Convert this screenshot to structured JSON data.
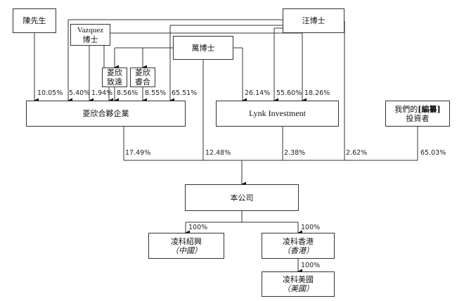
{
  "entities": {
    "chen": "陳先生",
    "vazquez_l1": "Vazquez",
    "vazquez_l2": "博士",
    "wang": "汪博士",
    "wan": "萬博士",
    "lingxin_zhiyuan_l1": "菱欣",
    "lingxin_zhiyuan_l2": "致遠",
    "lingxin_ruihe_l1": "菱欣",
    "lingxin_ruihe_l2": "睿合",
    "lingxin_partnership": "菱欣合夥企業",
    "lynk": "Lynk Investment",
    "investors_l1_pre": "我們的",
    "investors_l1_bracket": "[編纂]",
    "investors_l2": "投資者",
    "company": "本公司",
    "shaoxing_l1": "凌科紹興",
    "shaoxing_l2": "（中國）",
    "hk_l1": "凌科香港",
    "hk_l2": "（香港）",
    "us_l1": "凌科美國",
    "us_l2": "（美國）"
  },
  "percentages": {
    "chen_to_partnership": "10.05%",
    "vazquez_to_partnership": "5.40%",
    "vazquez_to_zhiyuan": "1.94%",
    "zhiyuan_to_partnership": "8.56%",
    "ruihe_to_partnership": "8.55%",
    "wang_to_partnership": "65.51%",
    "wan_to_lynk": "26.14%",
    "wang_to_lynk": "55.60%",
    "vazquez_to_lynk": "18.26%",
    "partnership_to_company": "17.49%",
    "wan_to_company": "12.48%",
    "lynk_to_company": "2.38%",
    "wang_to_company": "2.62%",
    "investors_to_company": "65.03%",
    "company_to_shaoxing": "100%",
    "company_to_hk": "100%",
    "hk_to_us": "100%"
  }
}
